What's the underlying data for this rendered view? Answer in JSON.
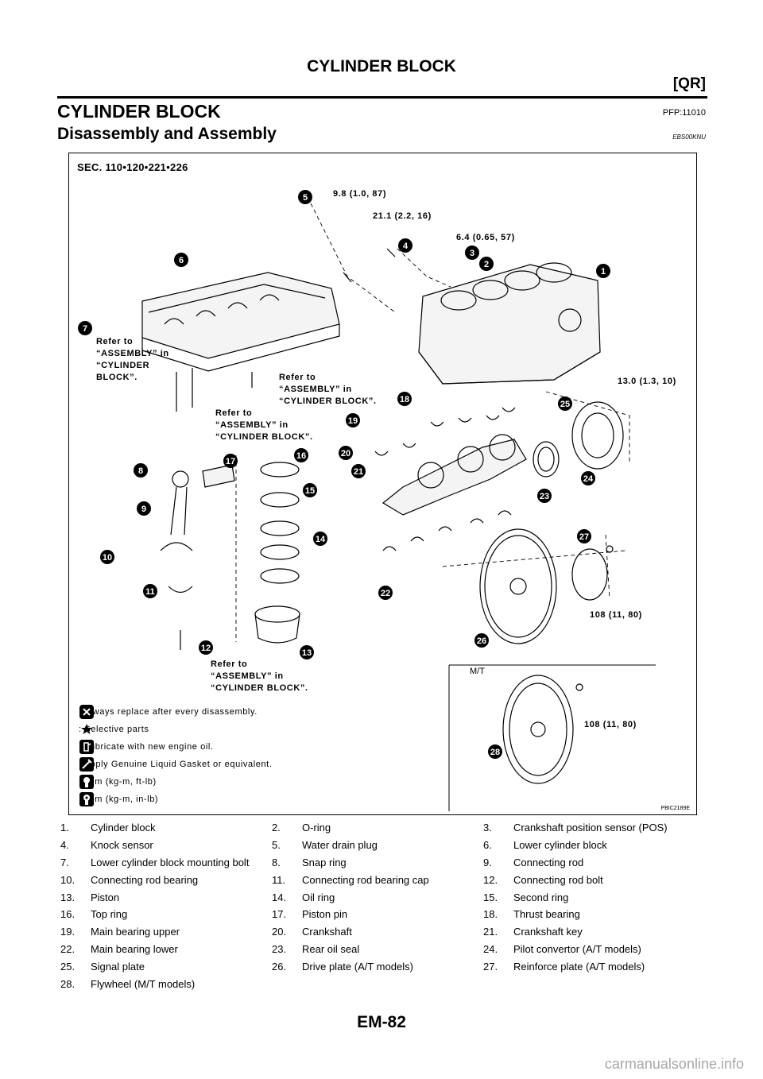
{
  "header": {
    "title": "CYLINDER BLOCK",
    "tag": "[QR]"
  },
  "section": {
    "title": "CYLINDER BLOCK",
    "code": "PFP:11010"
  },
  "subsection": {
    "title": "Disassembly and Assembly",
    "code": "EBS00KNU"
  },
  "figure": {
    "sec": "SEC. 110•120•221•226",
    "torque": {
      "t5": "9.8 (1.0, 87)",
      "t4": "21.1 (2.2, 16)",
      "t3": "6.4 (0.65, 57)",
      "t25": "13.0 (1.3, 10)",
      "t27": "108 (11, 80)",
      "t28": "108 (11, 80)"
    },
    "refer": {
      "a": "Refer to\n“ASSEMBLY” in\n“CYLINDER\nBLOCK”.",
      "b": "Refer to\n“ASSEMBLY” in\n“CYLINDER BLOCK”.",
      "c": "Refer to\n“ASSEMBLY” in\n“CYLINDER BLOCK”.",
      "d": "Refer to\n“ASSEMBLY” in\n“CYLINDER BLOCK”."
    },
    "mt_label": "M/T",
    "code": "PBIC2189E",
    "legend": [
      {
        "icon": "replace-icon",
        "text": ": Always replace after every disassembly."
      },
      {
        "icon": "star-icon",
        "text": ": Selective parts"
      },
      {
        "icon": "oil-can-icon",
        "text": ": Lubricate with new engine oil."
      },
      {
        "icon": "gasket-tube-icon",
        "text": ": Apply Genuine Liquid Gasket or equivalent."
      },
      {
        "icon": "torque-wrench-icon",
        "text": ": N•m (kg-m, ft-lb)"
      },
      {
        "icon": "torque-wrench-inlb-icon",
        "text": ": N•m (kg-m, in-lb)"
      }
    ]
  },
  "parts": [
    [
      "1.",
      "Cylinder block",
      "2.",
      "O-ring",
      "3.",
      "Crankshaft position sensor (POS)"
    ],
    [
      "4.",
      "Knock sensor",
      "5.",
      "Water drain plug",
      "6.",
      "Lower cylinder block"
    ],
    [
      "7.",
      "Lower cylinder block mounting bolt",
      "8.",
      "Snap ring",
      "9.",
      "Connecting rod"
    ],
    [
      "10.",
      "Connecting rod bearing",
      "11.",
      "Connecting rod bearing cap",
      "12.",
      "Connecting rod bolt"
    ],
    [
      "13.",
      "Piston",
      "14.",
      "Oil ring",
      "15.",
      "Second ring"
    ],
    [
      "16.",
      "Top ring",
      "17.",
      "Piston pin",
      "18.",
      "Thrust bearing"
    ],
    [
      "19.",
      "Main bearing upper",
      "20.",
      "Crankshaft",
      "21.",
      "Crankshaft key"
    ],
    [
      "22.",
      "Main bearing lower",
      "23.",
      "Rear oil seal",
      "24.",
      "Pilot convertor (A/T models)"
    ],
    [
      "25.",
      "Signal plate",
      "26.",
      "Drive plate (A/T models)",
      "27.",
      "Reinforce plate (A/T models)"
    ],
    [
      "28.",
      "Flywheel (M/T models)",
      "",
      "",
      "",
      ""
    ]
  ],
  "callouts": [
    "1",
    "2",
    "3",
    "4",
    "5",
    "6",
    "7",
    "8",
    "9",
    "10",
    "11",
    "12",
    "13",
    "14",
    "15",
    "16",
    "17",
    "18",
    "19",
    "20",
    "21",
    "22",
    "23",
    "24",
    "25",
    "26",
    "27",
    "28"
  ],
  "page_number": "EM-82",
  "watermark": "carmanualsonline.info"
}
